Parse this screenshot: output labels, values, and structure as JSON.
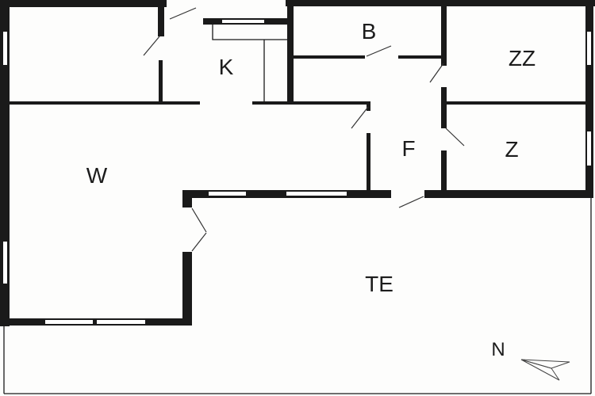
{
  "rooms": {
    "b": "B",
    "k": "K",
    "zz": "ZZ",
    "f": "F",
    "z": "Z",
    "w": "W",
    "te": "TE"
  },
  "compass": {
    "label": "N"
  },
  "colors": {
    "wall": "#1a1a1a",
    "background": "#fdfdfc",
    "window": "#ffffff"
  }
}
